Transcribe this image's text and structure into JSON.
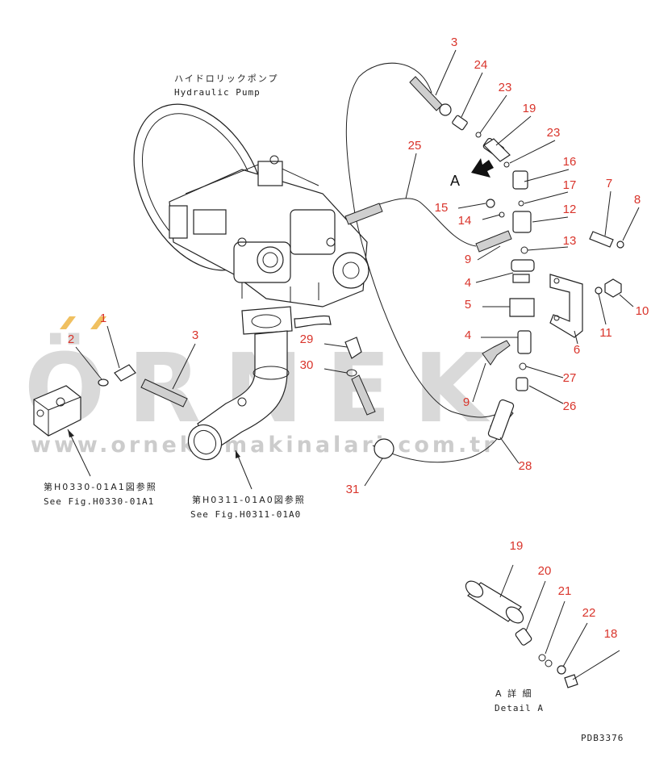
{
  "pump_label_jp": "ハイドロリックポンプ",
  "pump_label_en": "Hydraulic Pump",
  "view_marker": "A",
  "ref_left_jp": "第H0330-01A1図参照",
  "ref_left_en": "See Fig.H0330-01A1",
  "ref_mid_jp": "第H0311-01A0図参照",
  "ref_mid_en": "See Fig.H0311-01A0",
  "detail_jp": "A 詳 細",
  "detail_en": "Detail A",
  "drawing_code": "PDB3376",
  "watermark": {
    "brand": "ÖRNEK",
    "url": "www.ornekismakinalari.com.tr"
  },
  "colors": {
    "callout": "#d9342b",
    "line": "#222222",
    "watermark": "#d9d9d9",
    "accent": "#f0c060"
  },
  "callouts": [
    {
      "id": "c3a",
      "label": "3"
    },
    {
      "id": "c24",
      "label": "24"
    },
    {
      "id": "c23a",
      "label": "23"
    },
    {
      "id": "c19a",
      "label": "19"
    },
    {
      "id": "c23b",
      "label": "23"
    },
    {
      "id": "c25",
      "label": "25"
    },
    {
      "id": "c16",
      "label": "16"
    },
    {
      "id": "c17",
      "label": "17"
    },
    {
      "id": "c7",
      "label": "7"
    },
    {
      "id": "c8",
      "label": "8"
    },
    {
      "id": "c15",
      "label": "15"
    },
    {
      "id": "c14",
      "label": "14"
    },
    {
      "id": "c12",
      "label": "12"
    },
    {
      "id": "c13",
      "label": "13"
    },
    {
      "id": "c9a",
      "label": "9"
    },
    {
      "id": "c4a",
      "label": "4"
    },
    {
      "id": "c5",
      "label": "5"
    },
    {
      "id": "c10",
      "label": "10"
    },
    {
      "id": "c11",
      "label": "11"
    },
    {
      "id": "c4b",
      "label": "4"
    },
    {
      "id": "c6",
      "label": "6"
    },
    {
      "id": "c1",
      "label": "1"
    },
    {
      "id": "c2",
      "label": "2"
    },
    {
      "id": "c3b",
      "label": "3"
    },
    {
      "id": "c29",
      "label": "29"
    },
    {
      "id": "c30",
      "label": "30"
    },
    {
      "id": "c27",
      "label": "27"
    },
    {
      "id": "c9b",
      "label": "9"
    },
    {
      "id": "c26",
      "label": "26"
    },
    {
      "id": "c28",
      "label": "28"
    },
    {
      "id": "c31",
      "label": "31"
    },
    {
      "id": "c19b",
      "label": "19"
    },
    {
      "id": "c20",
      "label": "20"
    },
    {
      "id": "c21",
      "label": "21"
    },
    {
      "id": "c22",
      "label": "22"
    },
    {
      "id": "c18",
      "label": "18"
    }
  ]
}
